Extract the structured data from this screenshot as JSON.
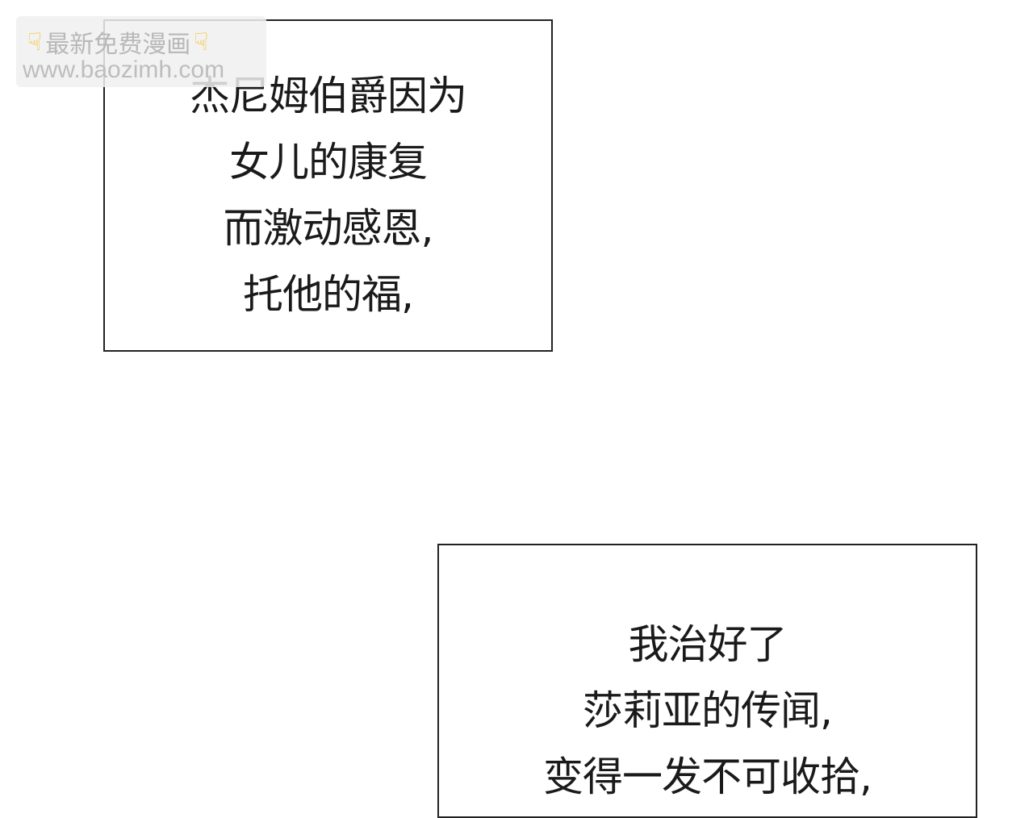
{
  "watermark": {
    "title": "最新免费漫画",
    "url": "www.baozimh.com",
    "icon": "pointing-down-hand-icon"
  },
  "panels": [
    {
      "lines": [
        "杰尼姆伯爵因为",
        "女儿的康复",
        "而激动感恩,",
        "托他的福,"
      ]
    },
    {
      "lines": [
        "我治好了",
        "莎莉亚的传闻,",
        "变得一发不可收拾,"
      ]
    }
  ]
}
